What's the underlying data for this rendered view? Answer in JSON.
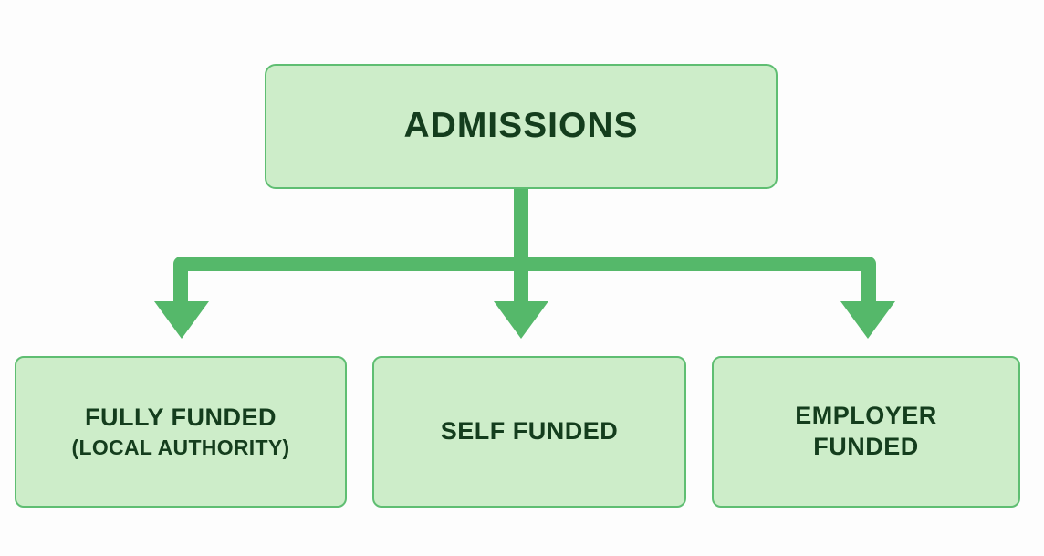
{
  "diagram": {
    "type": "flowchart",
    "orientation": "top-down",
    "background_color": "#fdfdfd",
    "node_fill_color": "#cdedc9",
    "node_border_color": "#5fbe72",
    "node_text_color": "#143d1d",
    "connector_color": "#55b86a",
    "root": {
      "id": "admissions",
      "label": "ADMISSIONS",
      "line1": "ADMISSIONS",
      "line2": ""
    },
    "children": [
      {
        "id": "fully-funded",
        "label": "FULLY FUNDED (LOCAL AUTHORITY)",
        "line1": "FULLY FUNDED",
        "line2": "(LOCAL AUTHORITY)"
      },
      {
        "id": "self-funded",
        "label": "SELF FUNDED",
        "line1": "SELF FUNDED",
        "line2": ""
      },
      {
        "id": "employer-funded",
        "label": "EMPLOYER FUNDED",
        "line1": "EMPLOYER",
        "line2": "FUNDED"
      }
    ],
    "connectors": [
      {
        "id": "root-to-fully-funded",
        "from": "admissions",
        "to": "fully-funded",
        "style": "elbow-arrow-down"
      },
      {
        "id": "root-to-self-funded",
        "from": "admissions",
        "to": "self-funded",
        "style": "straight-arrow-down"
      },
      {
        "id": "root-to-employer-funded",
        "from": "admissions",
        "to": "employer-funded",
        "style": "elbow-arrow-down"
      }
    ]
  }
}
